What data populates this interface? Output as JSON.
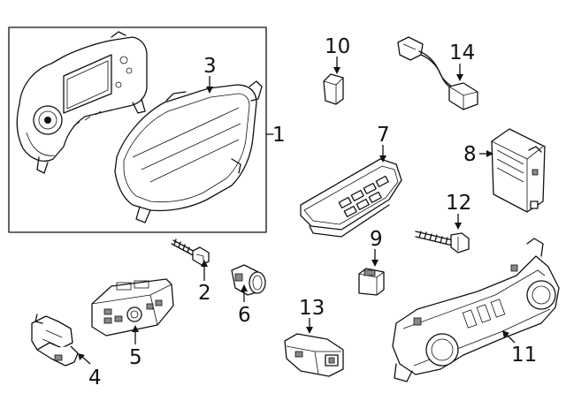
{
  "callouts": {
    "c1": "1",
    "c2": "2",
    "c3": "3",
    "c4": "4",
    "c5": "5",
    "c6": "6",
    "c7": "7",
    "c8": "8",
    "c9": "9",
    "c10": "10",
    "c11": "11",
    "c12": "12",
    "c13": "13",
    "c14": "14"
  },
  "colors": {
    "line": "#111111",
    "background": "#ffffff",
    "shade": "#888888"
  }
}
